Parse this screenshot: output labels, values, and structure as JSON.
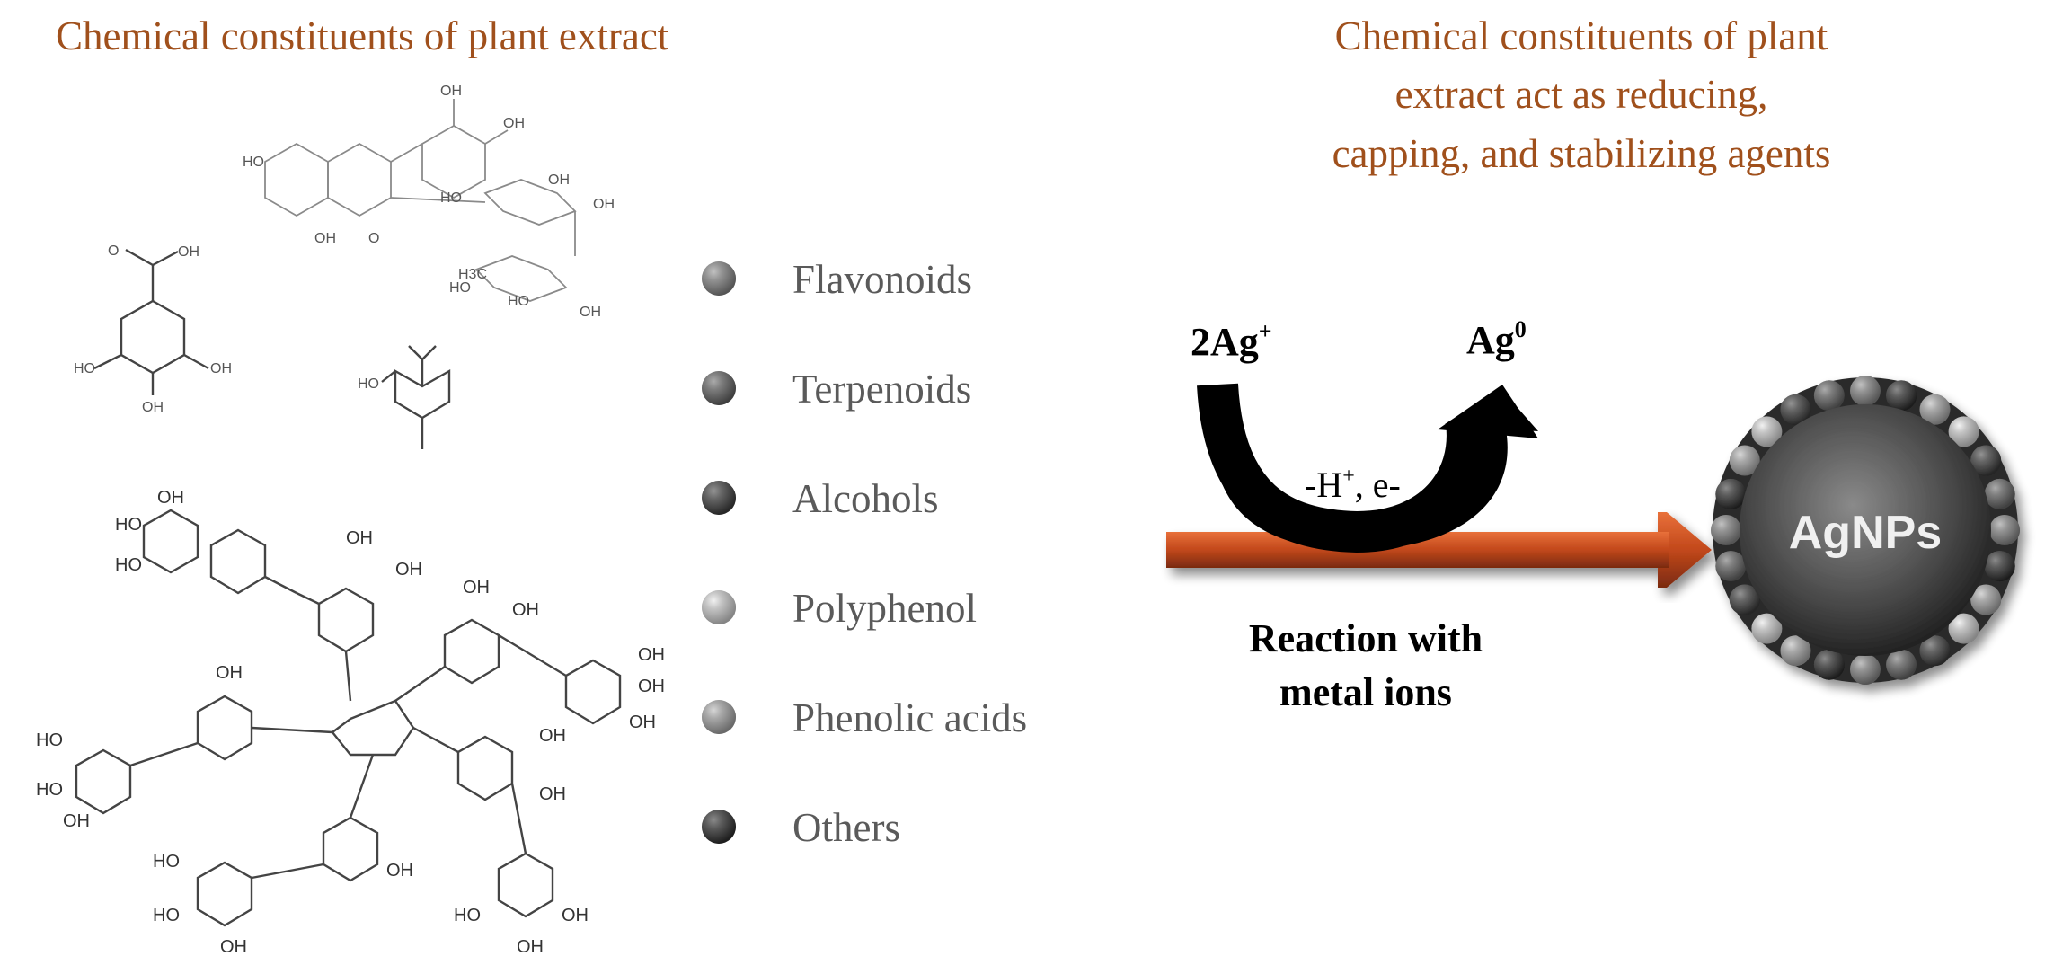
{
  "left_title": "Chemical constituents of plant extract",
  "right_title_lines": [
    "Chemical constituents of plant",
    "extract act as reducing,",
    "capping, and stabilizing agents"
  ],
  "legend": [
    {
      "label": "Flavonoids",
      "color": "#8e8e8e"
    },
    {
      "label": "Terpenoids",
      "color": "#666666"
    },
    {
      "label": "Alcohols",
      "color": "#3a3a3a"
    },
    {
      "label": "Polyphenol",
      "color": "#e6e6e6"
    },
    {
      "label": "Phenolic acids",
      "color": "#b4b4b4"
    },
    {
      "label": "Others",
      "color": "#2a2a2a"
    }
  ],
  "reaction": {
    "reactant": "2Ag",
    "reactant_sup": "+",
    "product": "Ag",
    "product_sup": "0",
    "byproduct_pre": "-H",
    "byproduct_sup": "+",
    "byproduct_post": ", e-",
    "caption_line1": "Reaction with",
    "caption_line2": "metal ions"
  },
  "nanoparticle_label": "AgNPs",
  "colors": {
    "title": "#a0501c",
    "arrow_main": "#c2481b",
    "arrow_dark": "#7a2a10",
    "particle_core": "#555555"
  },
  "molecule_labels": {
    "oh": "OH",
    "ho": "HO",
    "o": "O",
    "h3c": "H3C"
  }
}
